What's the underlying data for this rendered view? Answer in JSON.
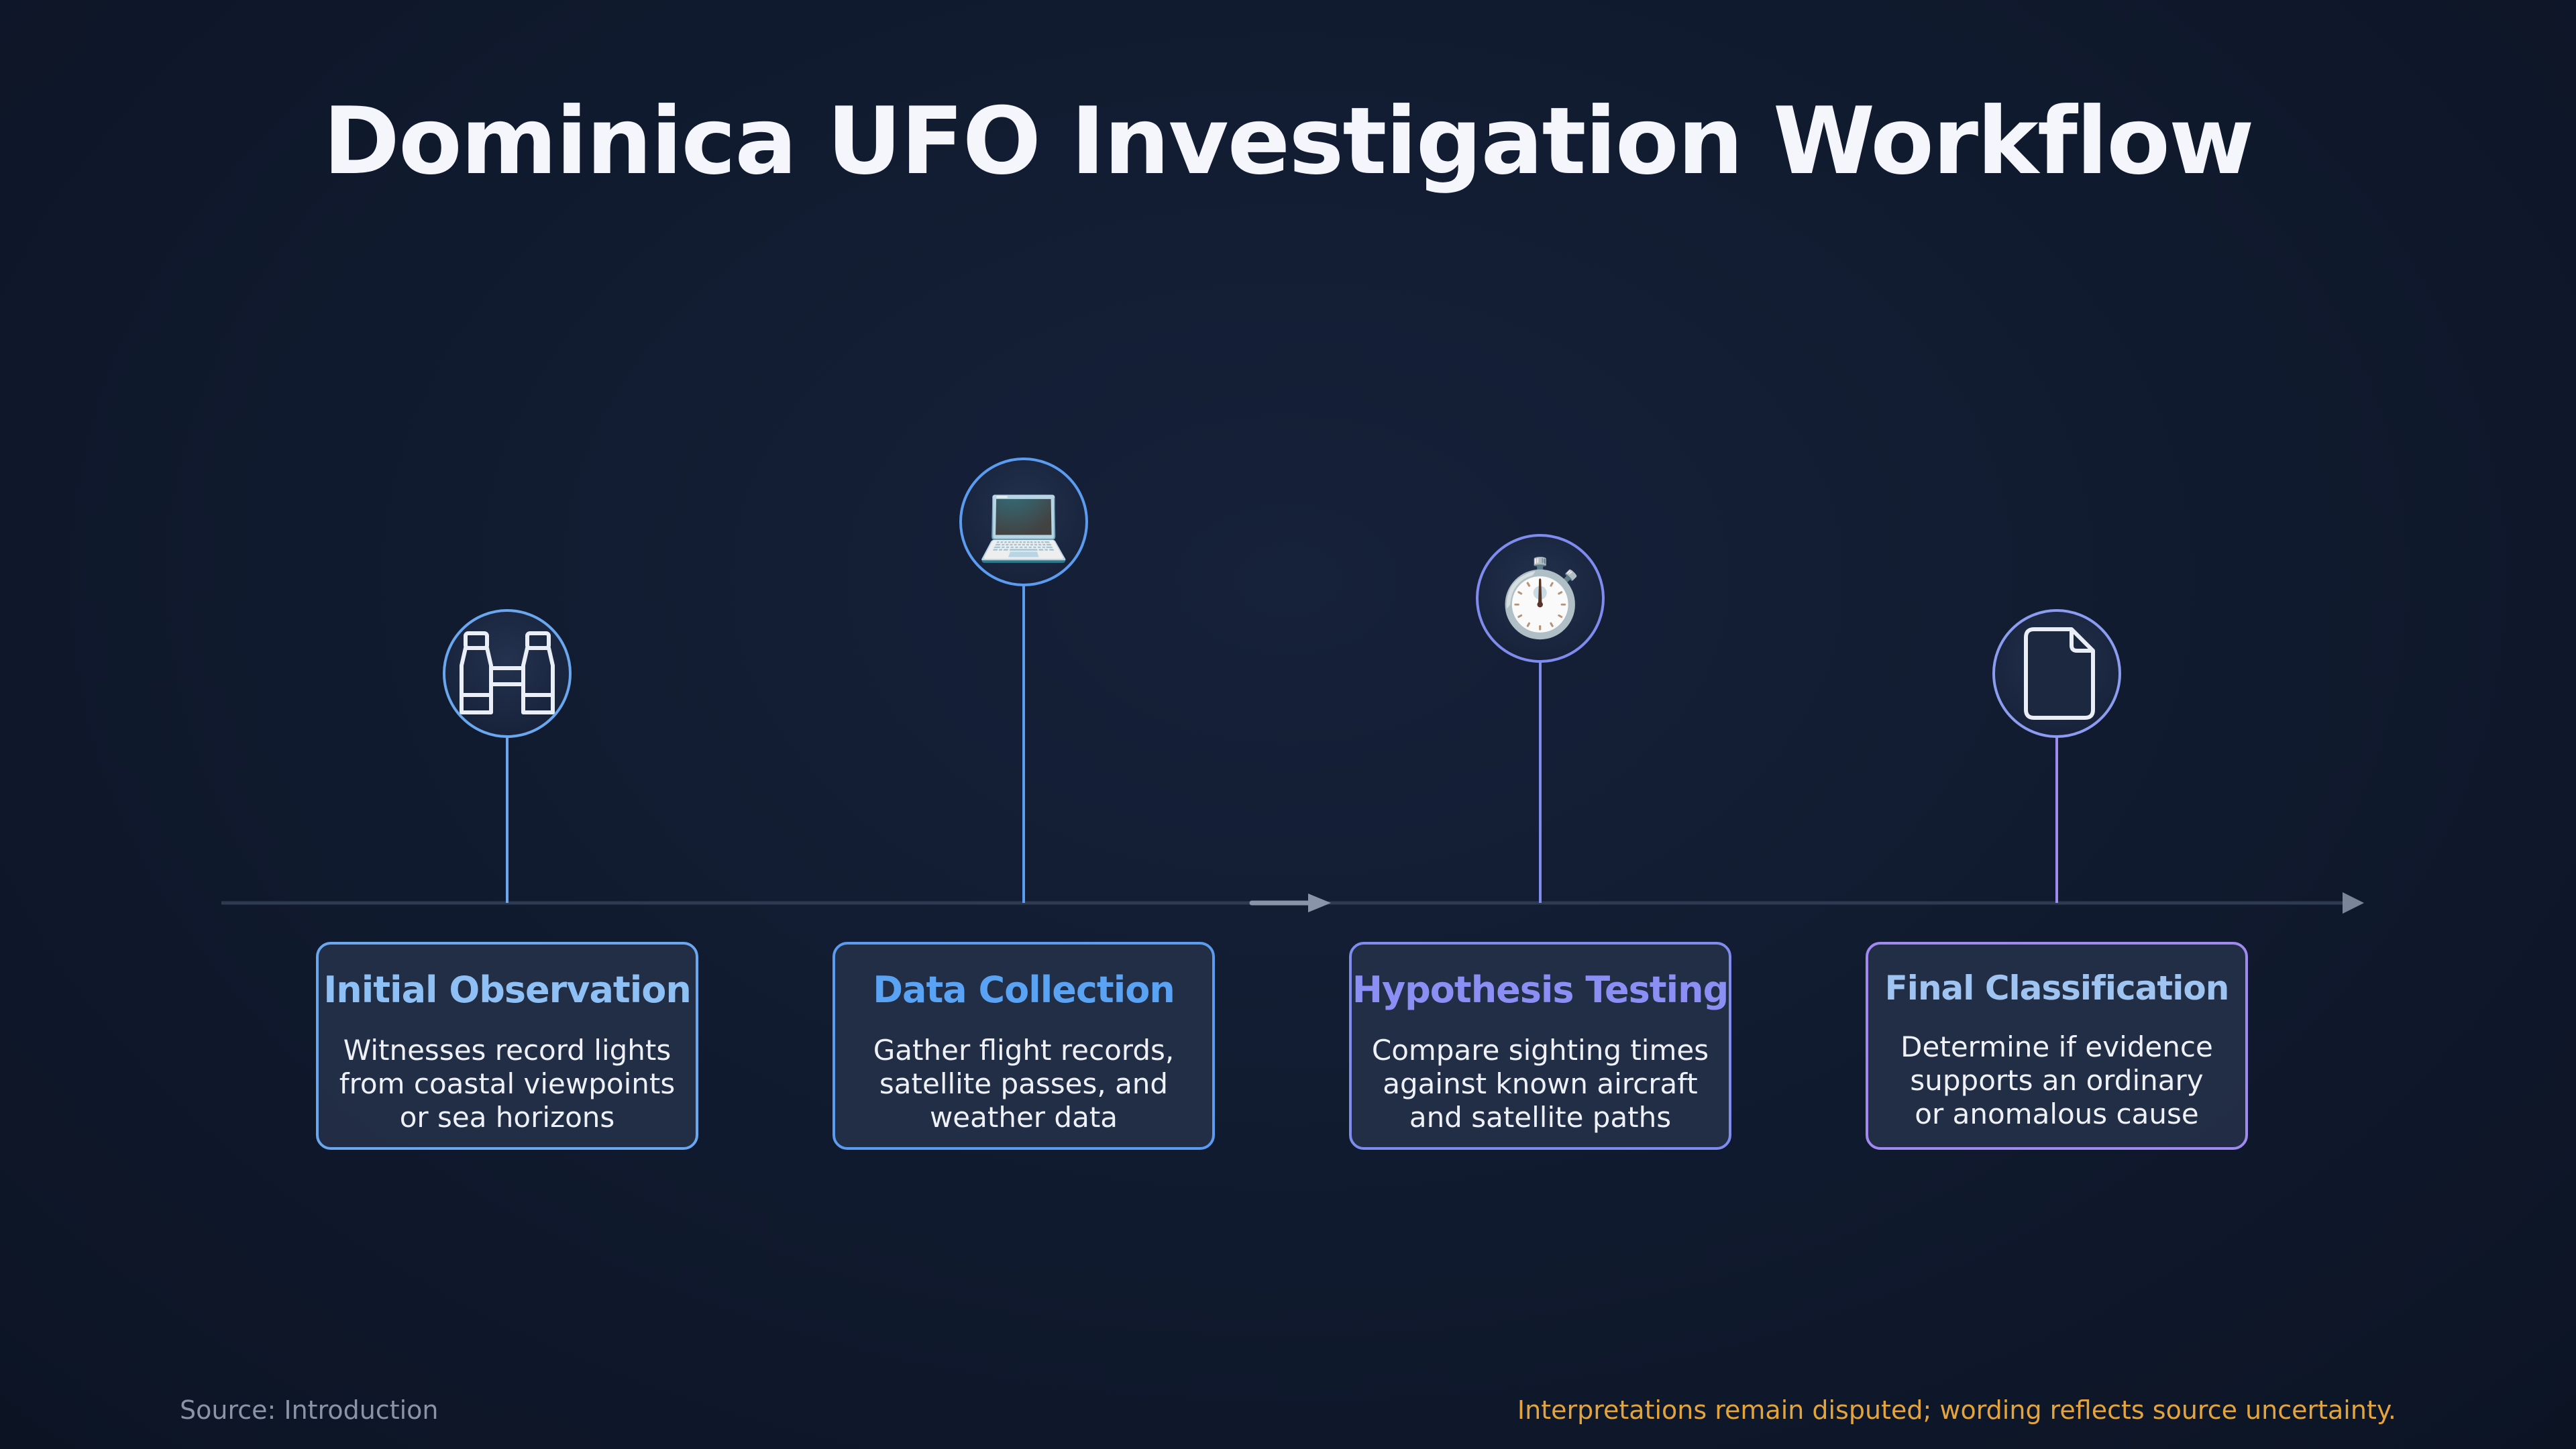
{
  "title": "Dominica UFO Investigation Workflow",
  "steps": [
    {
      "title": "Initial Observation",
      "description": [
        "Witnesses record lights",
        "from coastal viewpoints",
        "or sea horizons"
      ],
      "icon": "binoculars-icon",
      "accent": "#6aa7ee",
      "title_color": "#8fc0f5"
    },
    {
      "title": "Data Collection",
      "description": [
        "Gather flight records,",
        "satellite passes, and",
        "weather data"
      ],
      "icon": "laptop-icon",
      "accent": "#5b9cf0",
      "title_color": "#5aa2f3"
    },
    {
      "title": "Hypothesis Testing",
      "description": [
        "Compare sighting times",
        "against known aircraft",
        "and satellite paths"
      ],
      "icon": "stopwatch-icon",
      "accent": "#7f8cee",
      "title_color": "#8b8ff4"
    },
    {
      "title": "Final Classification",
      "description": [
        "Determine if evidence",
        "supports an ordinary",
        "or anomalous cause"
      ],
      "icon": "document-icon",
      "accent": "#a08aef",
      "title_color": "#9fc4f2"
    }
  ],
  "footer": {
    "source": "Source: Introduction",
    "note": "Interpretations remain disputed; wording reflects source uncertainty."
  }
}
